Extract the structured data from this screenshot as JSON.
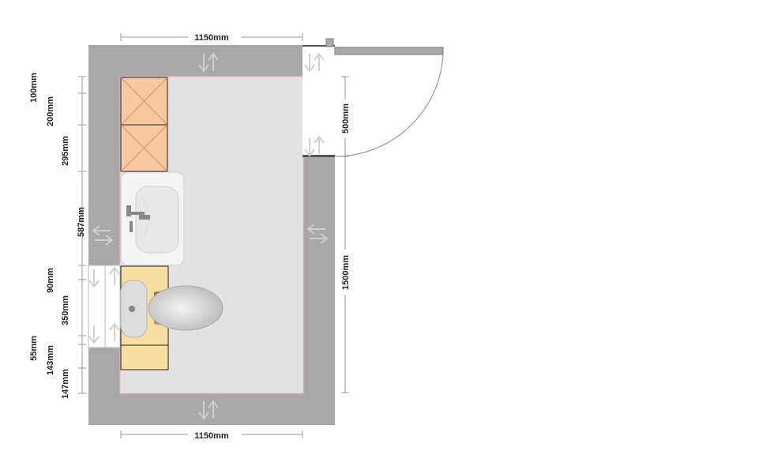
{
  "dimensions": {
    "top_width": "1150mm",
    "bottom_width": "1150mm",
    "door_opening": "500mm",
    "right_wall": "1500mm",
    "left_segments": [
      "100mm",
      "200mm",
      "295mm",
      "587mm",
      "90mm",
      "350mm",
      "55mm",
      "143mm",
      "147mm"
    ]
  },
  "colors": {
    "wall": "#a8a8a8",
    "floor": "#e0e0e0",
    "tall_unit": "#f8c8a0",
    "base_unit": "#f8dea0",
    "opening": "#ffffff"
  },
  "icons": {
    "wall_arrows": "double-arrow-icon",
    "basin": "basin-icon",
    "toilet": "toilet-icon",
    "door_swing": "door-swing-icon"
  }
}
